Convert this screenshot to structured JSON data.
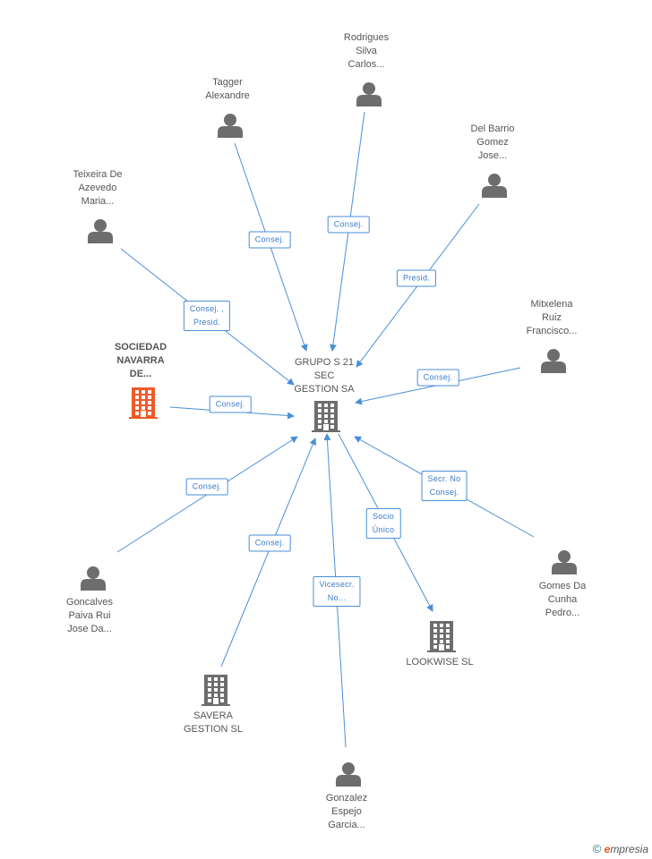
{
  "colors": {
    "edge": "#4a8fd8",
    "person": "#6d6d6d",
    "company": "#6d6d6d",
    "highlight": "#f05a28"
  },
  "center": {
    "label": "GRUPO S 21\nSEC\nGESTION SA"
  },
  "nodes": [
    {
      "id": "rodrigues",
      "type": "person",
      "label": "Rodrigues\nSilva\nCarlos..."
    },
    {
      "id": "tagger",
      "type": "person",
      "label": "Tagger\nAlexandre"
    },
    {
      "id": "delbarrio",
      "type": "person",
      "label": "Del Barrio\nGomez\nJose..."
    },
    {
      "id": "teixeira",
      "type": "person",
      "label": "Teixeira De\nAzevedo\nMaria..."
    },
    {
      "id": "sociedad",
      "type": "company-highlight",
      "label": "SOCIEDAD\nNAVARRA\nDE..."
    },
    {
      "id": "mitxelena",
      "type": "person",
      "label": "Mitxelena\nRuiz\nFrancisco..."
    },
    {
      "id": "goncalves",
      "type": "person",
      "label": "Goncalves\nPaiva Rui\nJose Da..."
    },
    {
      "id": "gomes",
      "type": "person",
      "label": "Gomes Da\nCunha\nPedro..."
    },
    {
      "id": "lookwise",
      "type": "company",
      "label": "LOOKWISE SL"
    },
    {
      "id": "savera",
      "type": "company",
      "label": "SAVERA\nGESTION SL"
    },
    {
      "id": "gonzalez",
      "type": "person",
      "label": "Gonzalez\nEspejo\nGarcia..."
    }
  ],
  "edges": [
    {
      "from": "rodrigues",
      "label": "Consej."
    },
    {
      "from": "tagger",
      "label": "Consej."
    },
    {
      "from": "delbarrio",
      "label": "Presid."
    },
    {
      "from": "teixeira",
      "label": "Consej. ,\nPresid."
    },
    {
      "from": "sociedad",
      "label": "Consej."
    },
    {
      "from": "mitxelena",
      "label": "Consej."
    },
    {
      "from": "goncalves",
      "label": "Consej."
    },
    {
      "from": "gomes",
      "label": "Secr. No\nConsej."
    },
    {
      "from": "center",
      "to": "lookwise",
      "label": "Socio\nÚnico"
    },
    {
      "from": "savera",
      "label": "Consej."
    },
    {
      "from": "gonzalez",
      "label": "Vicesecr.\nNo..."
    }
  ],
  "brand": {
    "copyright": "©",
    "e": "e",
    "rest": "mpresia"
  }
}
